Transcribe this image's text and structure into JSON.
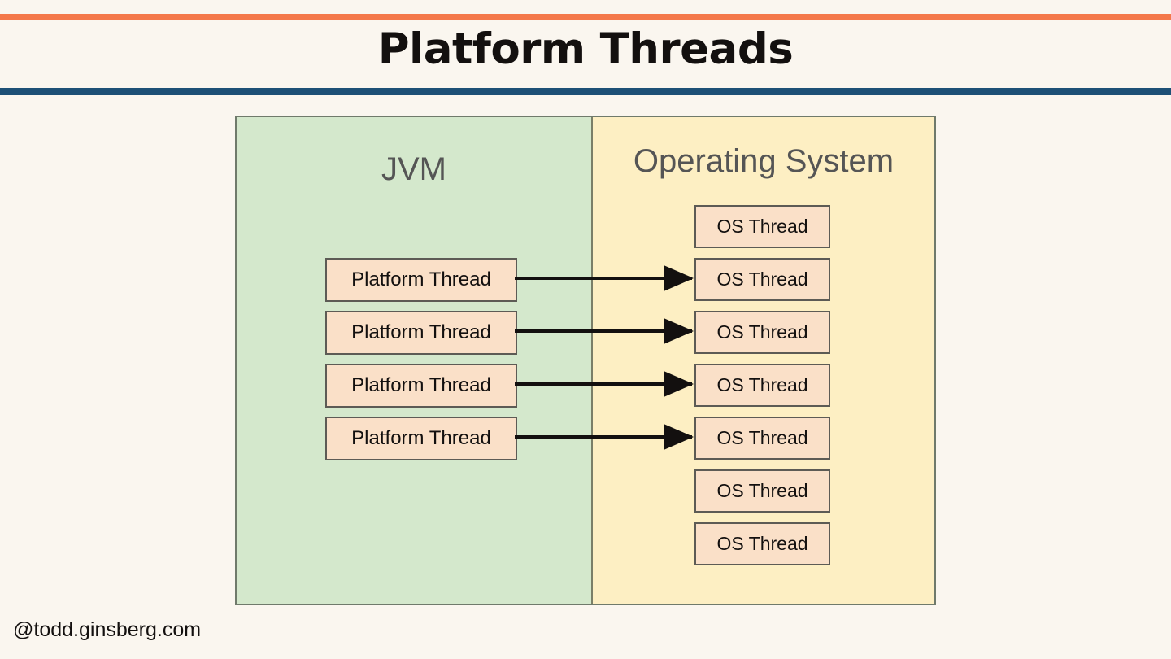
{
  "slide": {
    "title": "Platform Threads",
    "footer": "@todd.ginsberg.com",
    "background_color": "#faf6ef",
    "accent_top_color": "#f4784a",
    "accent_bottom_color": "#1d5076"
  },
  "diagram": {
    "panes": [
      {
        "id": "jvm",
        "title": "JVM",
        "fill_color": "#d4e8cc",
        "boxes": [
          {
            "label": "Platform Thread"
          },
          {
            "label": "Platform Thread"
          },
          {
            "label": "Platform Thread"
          },
          {
            "label": "Platform Thread"
          }
        ]
      },
      {
        "id": "operating-system",
        "title": "Operating System",
        "fill_color": "#fdefc3",
        "boxes": [
          {
            "label": "OS Thread"
          },
          {
            "label": "OS Thread"
          },
          {
            "label": "OS Thread"
          },
          {
            "label": "OS Thread"
          },
          {
            "label": "OS Thread"
          },
          {
            "label": "OS Thread"
          },
          {
            "label": "OS Thread"
          }
        ]
      }
    ],
    "box_fill_color": "#fae0c8",
    "box_border_color": "#5d5b55",
    "mappings": [
      {
        "from": "Platform Thread 1",
        "to": "OS Thread 2"
      },
      {
        "from": "Platform Thread 2",
        "to": "OS Thread 3"
      },
      {
        "from": "Platform Thread 3",
        "to": "OS Thread 4"
      },
      {
        "from": "Platform Thread 4",
        "to": "OS Thread 5"
      }
    ],
    "arrow_color": "#13100f"
  }
}
